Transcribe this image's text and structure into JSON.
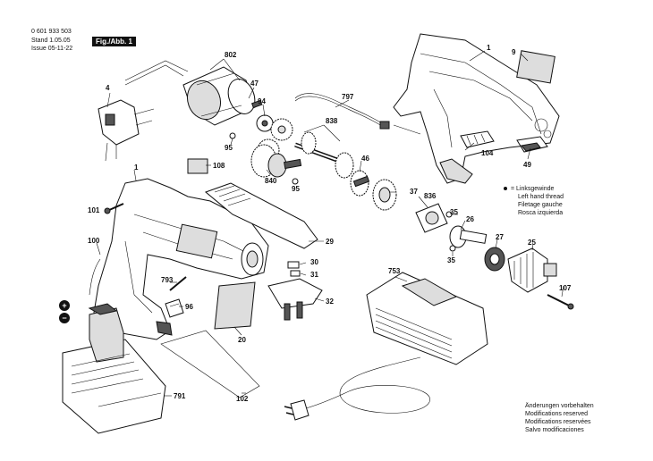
{
  "header": {
    "doc_number": "0 601 933 503",
    "stand_label": "Stand",
    "stand_value": "1.05.05",
    "issue_label": "Issue",
    "issue_value": "05-11-22",
    "figure_label": "Fig./Abb. 1"
  },
  "legend": {
    "marker": "=",
    "lines": [
      "Linksgewinde",
      "Left hand thread",
      "Filetage gauche",
      "Rosca izquierda"
    ]
  },
  "notes": [
    "Änderungen vorbehalten",
    "Modifications reserved",
    "Modifications reservées",
    "Salvo modificaciones"
  ],
  "callouts": {
    "c1_top": "1",
    "c9": "9",
    "c802": "802",
    "c4": "4",
    "c47": "47",
    "c94": "94",
    "c797": "797",
    "c838": "838",
    "c95a": "95",
    "c108": "108",
    "c840": "840",
    "c95b": "95",
    "c46": "46",
    "c104": "104",
    "c49": "49",
    "c1_body": "1",
    "c101": "101",
    "c37": "37",
    "c836": "836",
    "c35a": "35",
    "c26": "26",
    "c29": "29",
    "c100": "100",
    "c27": "27",
    "c25": "25",
    "c30": "30",
    "c31": "31",
    "c35b": "35",
    "c753": "753",
    "c793": "793",
    "c107": "107",
    "c96": "96",
    "c32": "32",
    "c20": "20",
    "c791": "791",
    "c102": "102"
  },
  "battery_symbols": {
    "plus": "+",
    "minus": "−"
  }
}
